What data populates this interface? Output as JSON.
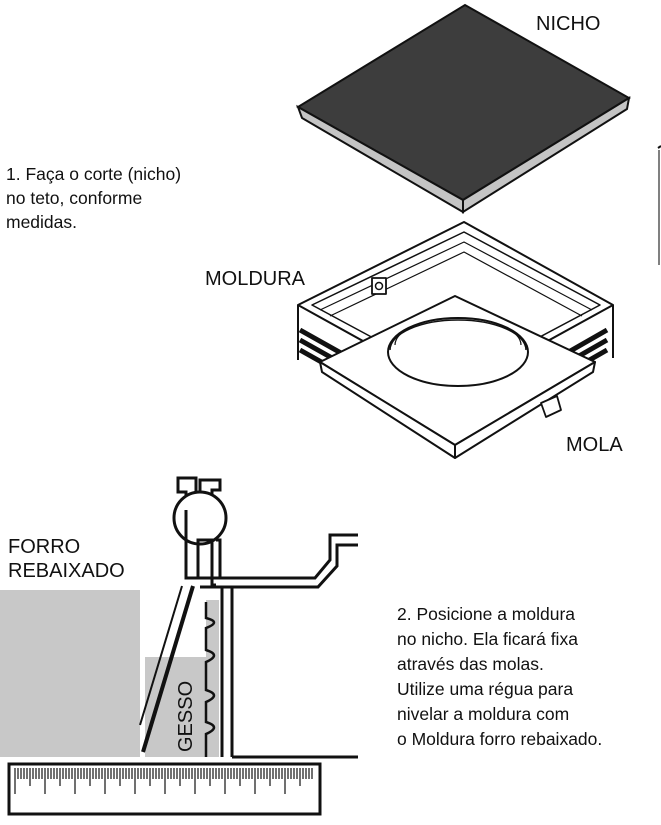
{
  "labels": {
    "nicho": "NICHO",
    "moldura": "MOLDURA",
    "mola": "MOLA",
    "forro_line1": "FORRO",
    "forro_line2": "REBAIXADO",
    "gesso": "GESSO"
  },
  "step1": {
    "line1": "1. Faça o corte (nicho)",
    "line2": "no teto, conforme",
    "line3": "medidas."
  },
  "step2": {
    "line1": "2. Posicione a moldura",
    "line2": "no nicho. Ela ficará fixa",
    "line3": "através das molas.",
    "line4": "Utilize uma régua para",
    "line5": "nivelar a moldura com",
    "line6": "o Moldura forro rebaixado."
  },
  "colors": {
    "panel_dark": "#3d3d3d",
    "panel_edge": "#c4c4c4",
    "gray_fill": "#c8c8c8",
    "ink": "#111111"
  }
}
